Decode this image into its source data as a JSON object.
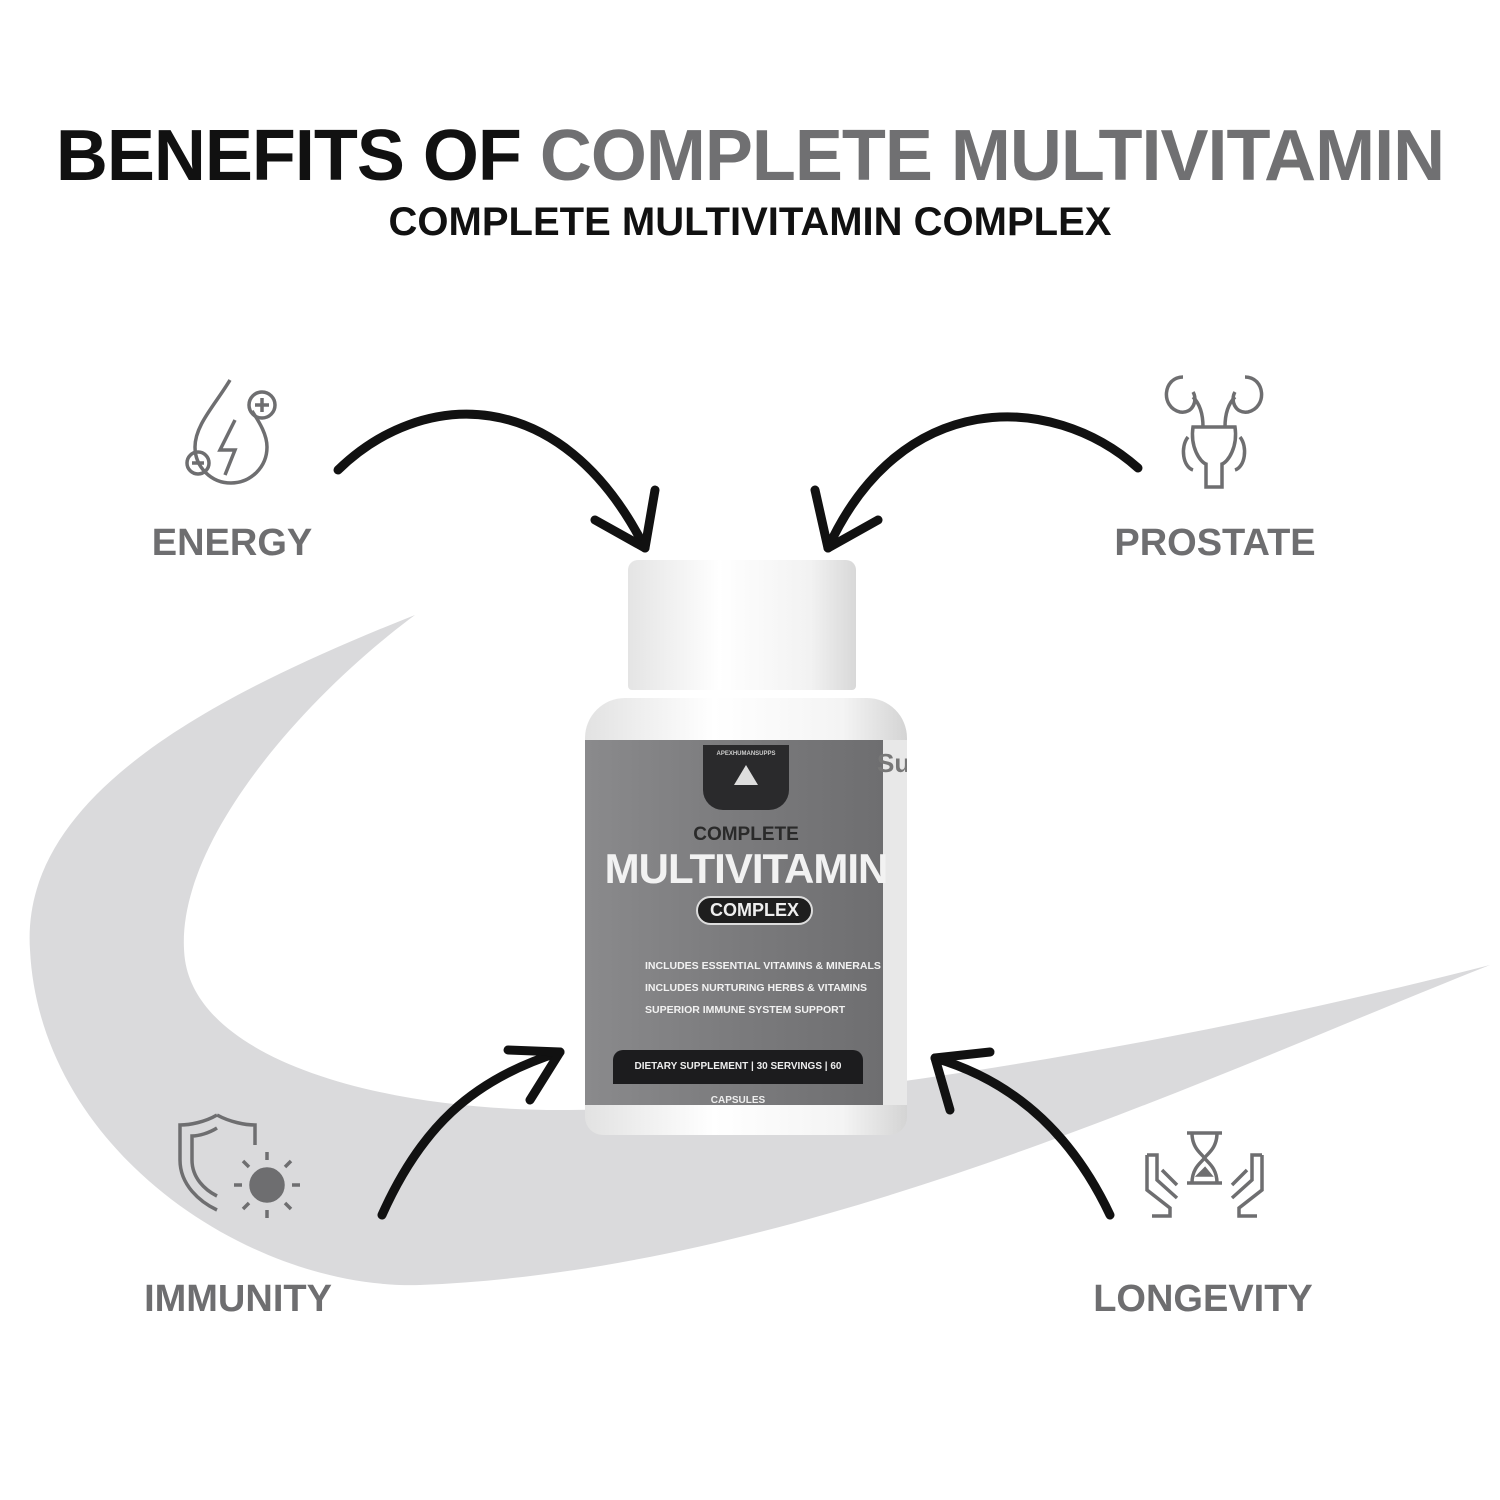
{
  "header": {
    "title_black": "BENEFITS OF ",
    "title_gray": "COMPLETE MULTIVITAMIN",
    "subtitle": "COMPLETE MULTIVITAMIN COMPLEX"
  },
  "benefits": [
    {
      "label": "ENERGY",
      "icon": "energy-drop-icon"
    },
    {
      "label": "PROSTATE",
      "icon": "prostate-icon"
    },
    {
      "label": "IMMUNITY",
      "icon": "shield-virus-icon"
    },
    {
      "label": "LONGEVITY",
      "icon": "hands-hourglass-icon"
    }
  ],
  "product": {
    "brand": "APEXHUMANSUPPS",
    "name_top": "COMPLETE",
    "name_main": "MULTIVITAMIN",
    "name_badge": "COMPLEX",
    "bullets": [
      "INCLUDES ESSENTIAL VITAMINS & MINERALS",
      "INCLUDES NURTURING HERBS & VITAMINS",
      "SUPERIOR IMMUNE SYSTEM SUPPORT"
    ],
    "footer": "DIETARY SUPPLEMENT | 30 SERVINGS | 60 CAPSULES",
    "facts_heading": "Su"
  },
  "colors": {
    "swoosh": "#dadadc",
    "label_gray": "#6e6e70",
    "label_bg": "#7c7c7e"
  }
}
